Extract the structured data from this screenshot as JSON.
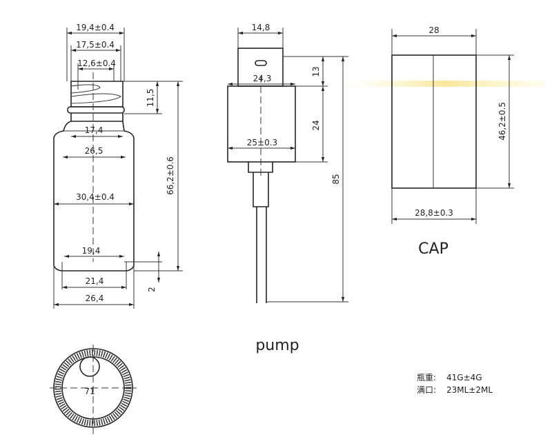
{
  "bottle": {
    "d1": "19,4±0.4",
    "d2": "17,5±0.4",
    "d3": "12,6±0.4",
    "h_neck": "11,5",
    "h_total": "66,2±0.6",
    "d4": "17,4",
    "d5": "26,5",
    "d6": "30,4±0.4",
    "d7": "19,4",
    "d8": "21,4",
    "d9": "26,4",
    "h_base": "2",
    "bottom_mark": "71"
  },
  "pump": {
    "w_top": "14,8",
    "w_mid": "24,3",
    "h_top": "13",
    "h_cap": "24",
    "d_cap": "25±0.3",
    "h_total": "85",
    "label": "pump"
  },
  "cap": {
    "w_top": "28",
    "height": "46,2±0.5",
    "w_bottom": "28,8±0.3",
    "label": "CAP"
  },
  "notes": [
    {
      "label": "瓶重:",
      "value": "41G±4G"
    },
    {
      "label": "满口:",
      "value": "23ML±2ML"
    }
  ]
}
